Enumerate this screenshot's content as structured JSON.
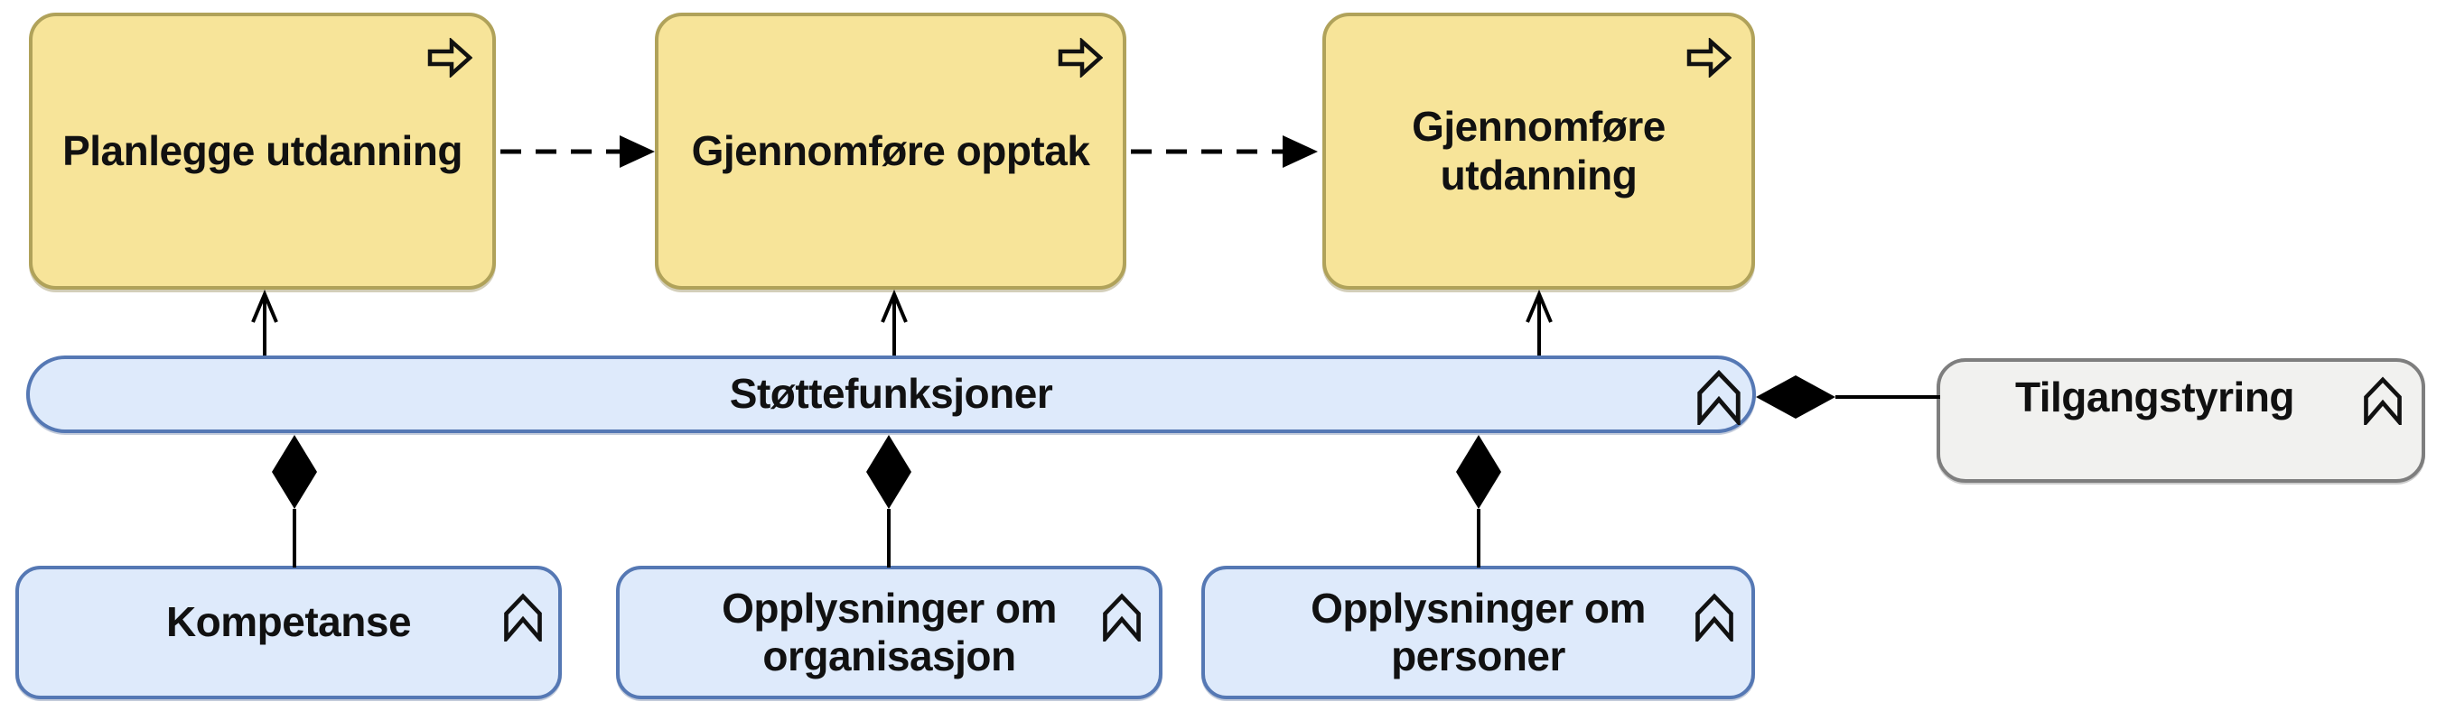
{
  "nodes": {
    "processes": [
      {
        "label": "Planlegge utdanning",
        "icon": "process-arrow"
      },
      {
        "label": "Gjennomføre opptak",
        "icon": "process-arrow"
      },
      {
        "label": "Gjennomføre utdanning",
        "icon": "process-arrow"
      }
    ],
    "support": {
      "label": "Støttefunksjoner",
      "icon": "function-chevron"
    },
    "access": {
      "label": "Tilgangstyring",
      "icon": "function-chevron"
    },
    "objects": [
      {
        "label": "Kompetanse",
        "icon": "function-chevron"
      },
      {
        "label": "Opplysninger om organisasjon",
        "icon": "function-chevron"
      },
      {
        "label": "Opplysninger om personer",
        "icon": "function-chevron"
      }
    ]
  },
  "relations": [
    {
      "type": "flow-dashed-arrow",
      "from": "Planlegge utdanning",
      "to": "Gjennomføre opptak"
    },
    {
      "type": "flow-dashed-arrow",
      "from": "Gjennomføre opptak",
      "to": "Gjennomføre utdanning"
    },
    {
      "type": "serving-arrow",
      "from": "Støttefunksjoner",
      "to": "Planlegge utdanning"
    },
    {
      "type": "serving-arrow",
      "from": "Støttefunksjoner",
      "to": "Gjennomføre opptak"
    },
    {
      "type": "serving-arrow",
      "from": "Støttefunksjoner",
      "to": "Gjennomføre utdanning"
    },
    {
      "type": "composition-diamond",
      "from": "Støttefunksjoner",
      "to": "Kompetanse"
    },
    {
      "type": "composition-diamond",
      "from": "Støttefunksjoner",
      "to": "Opplysninger om organisasjon"
    },
    {
      "type": "composition-diamond",
      "from": "Støttefunksjoner",
      "to": "Opplysninger om personer"
    },
    {
      "type": "composition-diamond",
      "from": "Støttefunksjoner",
      "to": "Tilgangstyring"
    }
  ],
  "colors": {
    "process_fill": "#F7E499",
    "process_border": "#B0A25A",
    "object_fill": "#DEEAFB",
    "object_border": "#5578B4",
    "external_fill": "#F1F1EF",
    "external_border": "#7E7E7E",
    "connector": "#000000",
    "text": "#111111",
    "background": "#FFFFFF"
  }
}
